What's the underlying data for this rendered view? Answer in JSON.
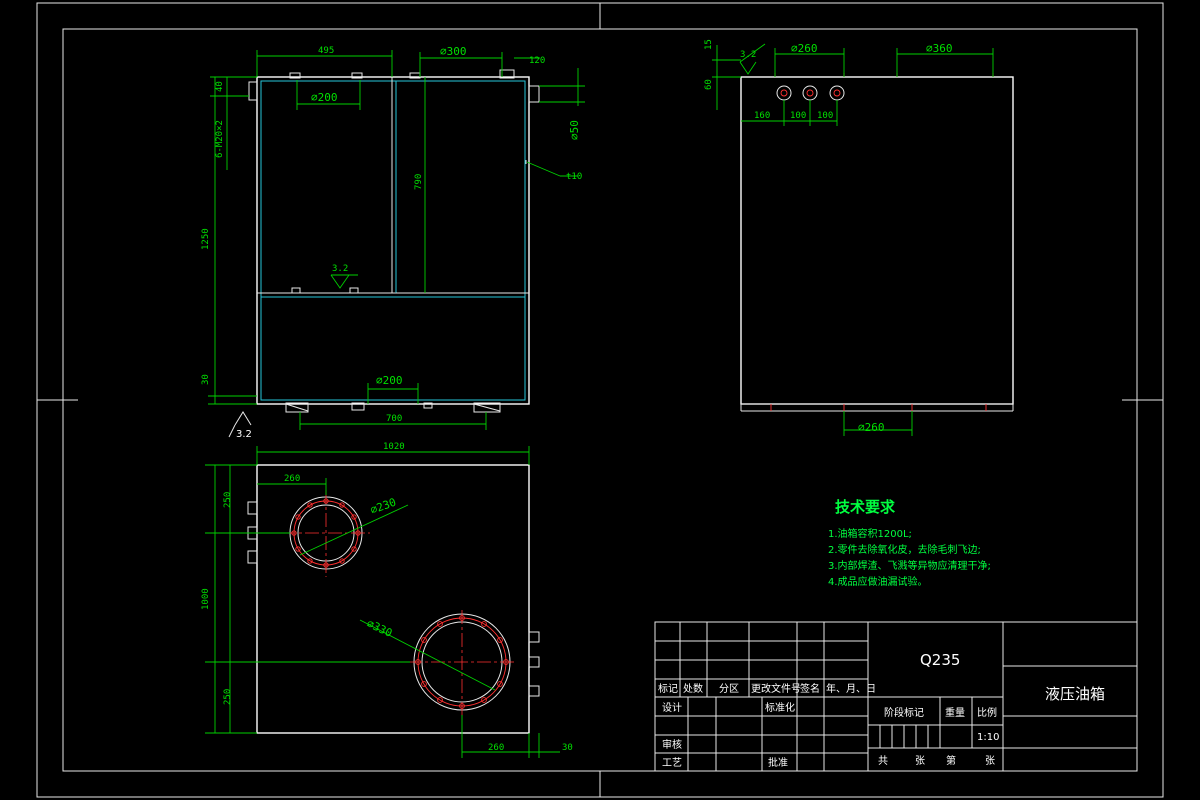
{
  "top_view": {
    "dims": {
      "top_width": "495",
      "port_300": "⌀300",
      "right_offset": "120",
      "inner_200": "⌀200",
      "height_40": "40",
      "holes": "6-M20×2",
      "total_height": "1250",
      "inner_height": "790",
      "dia_50": "⌀50",
      "bottom_30": "30",
      "bottom_200": "⌀200",
      "bottom_700": "700",
      "plate_t10": "t10",
      "rough_top": "3.2",
      "rough_bottom": "3.2"
    }
  },
  "side_view": {
    "dims": {
      "rough": "3.2",
      "h15": "15",
      "dia_260_top": "⌀260",
      "dia_360": "⌀360",
      "h60": "60",
      "d160": "160",
      "d100a": "100",
      "d100b": "100",
      "dia_260_bottom": "⌀260"
    }
  },
  "plan_view": {
    "dims": {
      "width_1020": "1020",
      "offset_260": "260",
      "h250_top": "250",
      "dia_230": "⌀230",
      "h1000": "1000",
      "dia_330": "⌀330",
      "h250_bottom": "250",
      "bottom_260": "260",
      "bottom_30": "30"
    }
  },
  "tech_requirements": {
    "title": "技术要求",
    "items": [
      "1.油箱容积1200L;",
      "2.零件去除氧化皮，去除毛刺飞边;",
      "3.内部焊渣、飞溅等异物应清理干净;",
      "4.成品应做油漏试验。"
    ]
  },
  "title_block": {
    "material": "Q235",
    "drawing_name": "液压油箱",
    "row_labels": [
      "标记",
      "处数",
      "分区",
      "更改文件号",
      "签名",
      "年、月、日"
    ],
    "design": "设计",
    "standardize": "标准化",
    "stage": "阶段标记",
    "weight": "重量",
    "ratio": "比例",
    "scale": "1:10",
    "review": "审核",
    "process": "工艺",
    "approve": "批准",
    "total": "共",
    "sheets": "张",
    "sheet_no": "第",
    "sheet": "张"
  }
}
